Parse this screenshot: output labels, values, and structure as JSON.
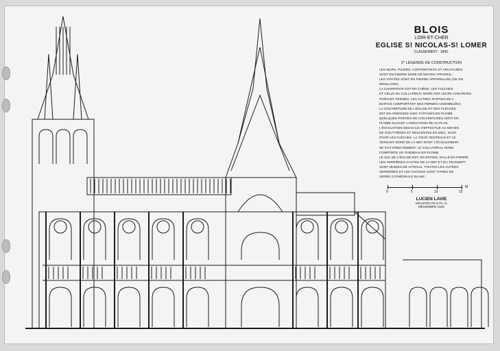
{
  "title": {
    "city": "BLOIS",
    "department": "LOIR-ET-CHER",
    "church": "EGLISE S! NICOLAS-S! LOMER",
    "classement": "CLASSEMENT : 1840."
  },
  "legend": {
    "heading": "2° LÉGENDE DE CONSTRUCTION",
    "lines": [
      "LES MURS, PILIERS, CONTREFORTS ET ARCATURES",
      "SONT EN PIERRE DURE DE MOYEN APPAREIL.",
      "LES VOÛTES SONT EN PIERRE APPAREILLÉE (OU EN MOELLONS)",
      "LA CHARPENTE EST EN CHÊNE. LES FLÈCHES",
      "ET CELLE DU COLLATÉRAL NORD ONT LEURS CHEVRONS",
      "PORTANT FERMES. LES AUTRES PARTIES DE L'",
      "ÉDIFICE COMPORTANT DES FERMES ASSEMBLÉES.",
      "LA COUVERTURE DE L'ÉGLISE ET DES FLÈCHES",
      "EST EN ARDOISES AVEC FAÎTAGES EN PLOMB.",
      "QUELQUES PARTIES DE COUVERTURES SONT EN",
      "PLOMB SUIVANT L'INDICATION PB AU PLAN.",
      "L'ÉVACUATION DES EAUX S'EFFECTUE AU MOYEN",
      "DE GOUTTIÈRES ET DESCENTES EN ZINC, SAUF",
      "POUR LES FLÈCHES. LA TOUR CENTRALE ET LE",
      "VERSANT NORD DE LA NEF DONT L'ÉCOULEMENT",
      "SE FAIT DIRECTEMENT. LE COLLATÉRAL NORD",
      "COMPORTE UN CHÉNEAU EN PLOMB.",
      "LE SOL DE L'ÉGLISE EST, EN ENTIER, DALLÉ EN PIERRE",
      "LES VERRIÈRES HAUTES DE LA NEF ET DU TRANSEPT",
      "SONT MUNIES DE VITRAUX. TOUTES LES AUTRES",
      "VERRIÈRES ET LES CHÂSSIS SONT VITRÉS EN",
      "VERRE CATHÉDRALE BLANC."
    ]
  },
  "scale": {
    "labels": [
      "0",
      "5",
      "10",
      "15"
    ],
    "unit": "M"
  },
  "signature": {
    "name": "LUCIEN LAVIE",
    "role": "ARCHITECTE D.P.L.G.",
    "date": "DÉCEMBRE 1943"
  }
}
